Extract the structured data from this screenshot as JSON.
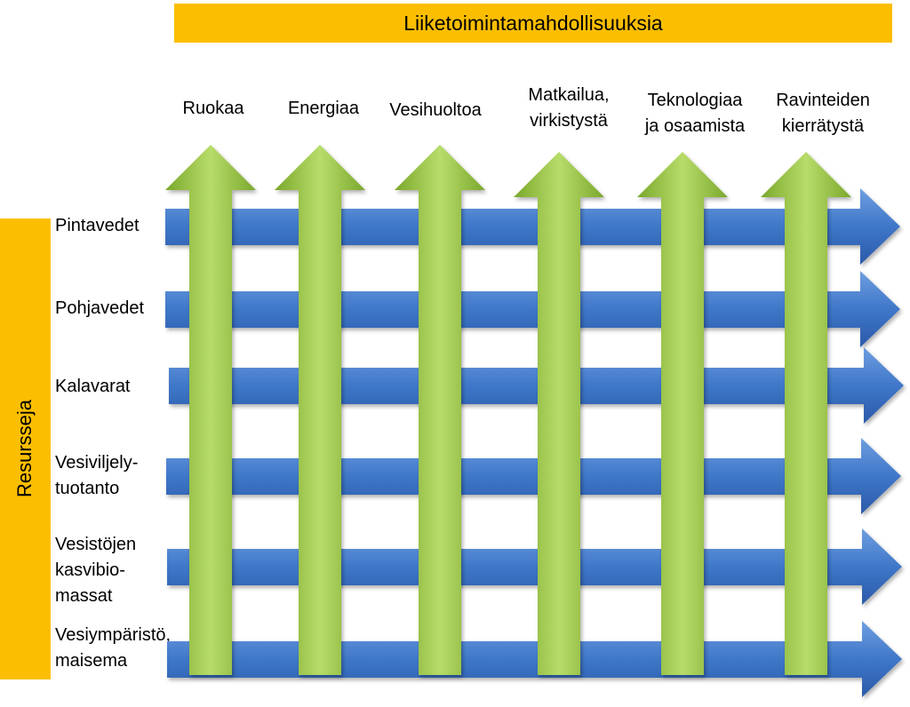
{
  "title": "Liiketoimintamahdollisuuksia",
  "side_title": "Resursseja",
  "columns": [
    {
      "label": "Ruokaa"
    },
    {
      "label": "Energiaa"
    },
    {
      "label": "Vesihuoltoa"
    },
    {
      "label": "Matkailua,\nvirkistystä"
    },
    {
      "label": "Teknologiaa\nja osaamista"
    },
    {
      "label": "Ravinteiden\nkierrätystä"
    }
  ],
  "rows": [
    {
      "label": "Pintavedet"
    },
    {
      "label": "Pohjavedet"
    },
    {
      "label": "Kalavarat"
    },
    {
      "label": "Vesiviljely-\ntuotanto"
    },
    {
      "label": "Vesistöjen\nkasvibio-\nmassat"
    },
    {
      "label": "Vesiympäristö,\nmaisema"
    }
  ],
  "colors": {
    "accent": "#fcbe00",
    "blue_arrow": "#3f77c9",
    "green_arrow": "#8fbf3a"
  }
}
